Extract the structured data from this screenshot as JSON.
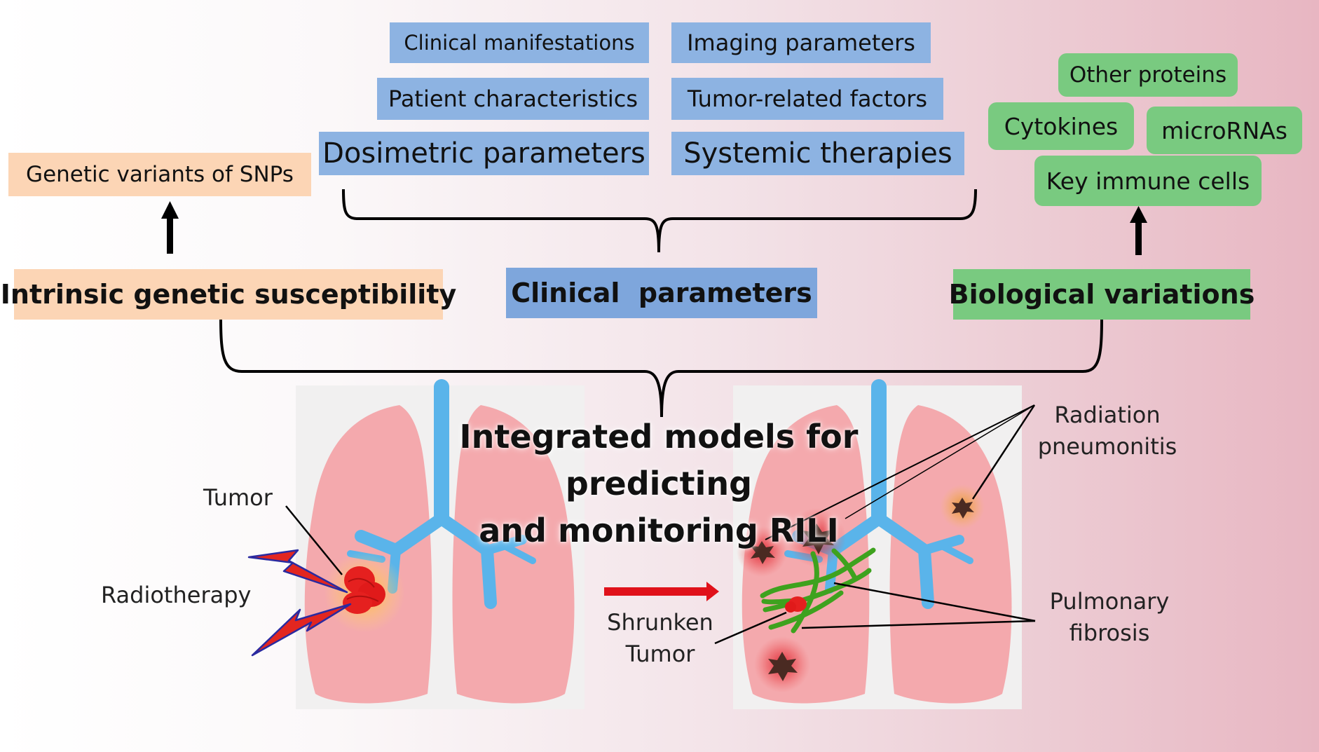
{
  "clinical_items": {
    "clinical_manifestations": "Clinical manifestations",
    "imaging_parameters": "Imaging parameters",
    "patient_characteristics": "Patient characteristics",
    "tumor_related_factors": "Tumor-related factors",
    "dosimetric_parameters": "Dosimetric parameters",
    "systemic_therapies": "Systemic therapies"
  },
  "genetic": {
    "item": "Genetic variants of SNPs",
    "category": "Intrinsic genetic susceptibility"
  },
  "clinical_category": "Clinical  parameters",
  "biological": {
    "other_proteins": "Other proteins",
    "cytokines": "Cytokines",
    "micrornas": "microRNAs",
    "key_immune_cells": "Key immune cells",
    "category": "Biological variations"
  },
  "title": {
    "line1": "Integrated models for predicting",
    "line2": "and monitoring RILI"
  },
  "left_labels": {
    "tumor": "Tumor",
    "radiotherapy": "Radiotherapy"
  },
  "middle_labels": {
    "shrunken_line1": "Shrunken",
    "shrunken_line2": "Tumor"
  },
  "right_labels": {
    "radiation_line1": "Radiation",
    "radiation_line2": "pneumonitis",
    "fibrosis_line1": "Pulmonary",
    "fibrosis_line2": "fibrosis"
  },
  "colors": {
    "clinical_box": "#8db3e2",
    "genetic_box": "#fcd5b5",
    "biological_box": "#79ca80",
    "lung": "#f4a9ad",
    "airway": "#5ab4ea",
    "tumor": "#e5201f",
    "fibrosis": "#3ea21e",
    "arrow": "#e0111a"
  },
  "icons": {
    "lightning": "lightning-bolt-icon",
    "arrow": "right-arrow-icon",
    "lesion": "pneumonitis-lesion-icon"
  }
}
